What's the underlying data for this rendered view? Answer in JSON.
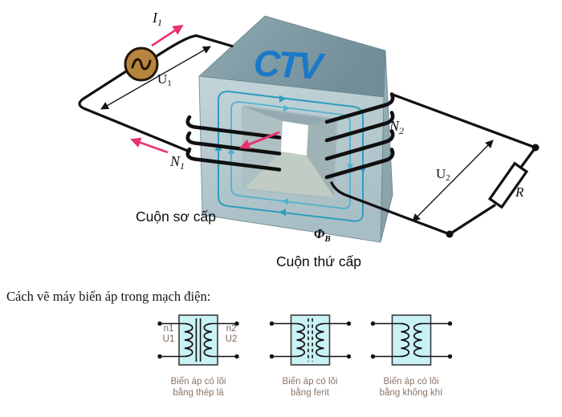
{
  "colors": {
    "core_top_face": "#7e99a2",
    "core_front_face": "#b8ccd2",
    "core_side_face": "#92aab2",
    "flux_line_teal": "#2d9dbd",
    "watermark_blue": "#1a79c8",
    "current_arrow_pink": "#e8336f",
    "ac_source_fill": "#b5853f",
    "wire_black": "#101010",
    "symbol_box_fill": "#c9f2f5",
    "symbol_caption_color": "#8a7568"
  },
  "main_figure": {
    "watermark": "CTV",
    "labels": {
      "primary_current": {
        "base": "I",
        "sub": "1"
      },
      "primary_voltage": {
        "base": "U",
        "sub": "1"
      },
      "primary_turns": {
        "base": "N",
        "sub": "1"
      },
      "secondary_turns": {
        "base": "N",
        "sub": "2"
      },
      "secondary_voltage": {
        "base": "U",
        "sub": "2"
      },
      "resistor": "R",
      "magnetic_flux": {
        "base": "Φ",
        "sub": "B"
      }
    },
    "captions": {
      "primary": "Cuộn sơ cấp",
      "secondary": "Cuộn thứ cấp"
    }
  },
  "schematic_section": {
    "heading": "Cách vẽ máy biến áp trong mạch điện:",
    "symbols": [
      {
        "labels": {
          "left_top": "n1",
          "left_bottom": "U1",
          "right_top": "n2",
          "right_bottom": "U2"
        },
        "caption_line1": "Biến áp có lõi",
        "caption_line2": "bằng thép lá"
      },
      {
        "caption_line1": "Biến áp có lõi",
        "caption_line2": "bằng ferit"
      },
      {
        "caption_line1": "Biến áp có lõi",
        "caption_line2": "bằng không khí"
      }
    ]
  }
}
